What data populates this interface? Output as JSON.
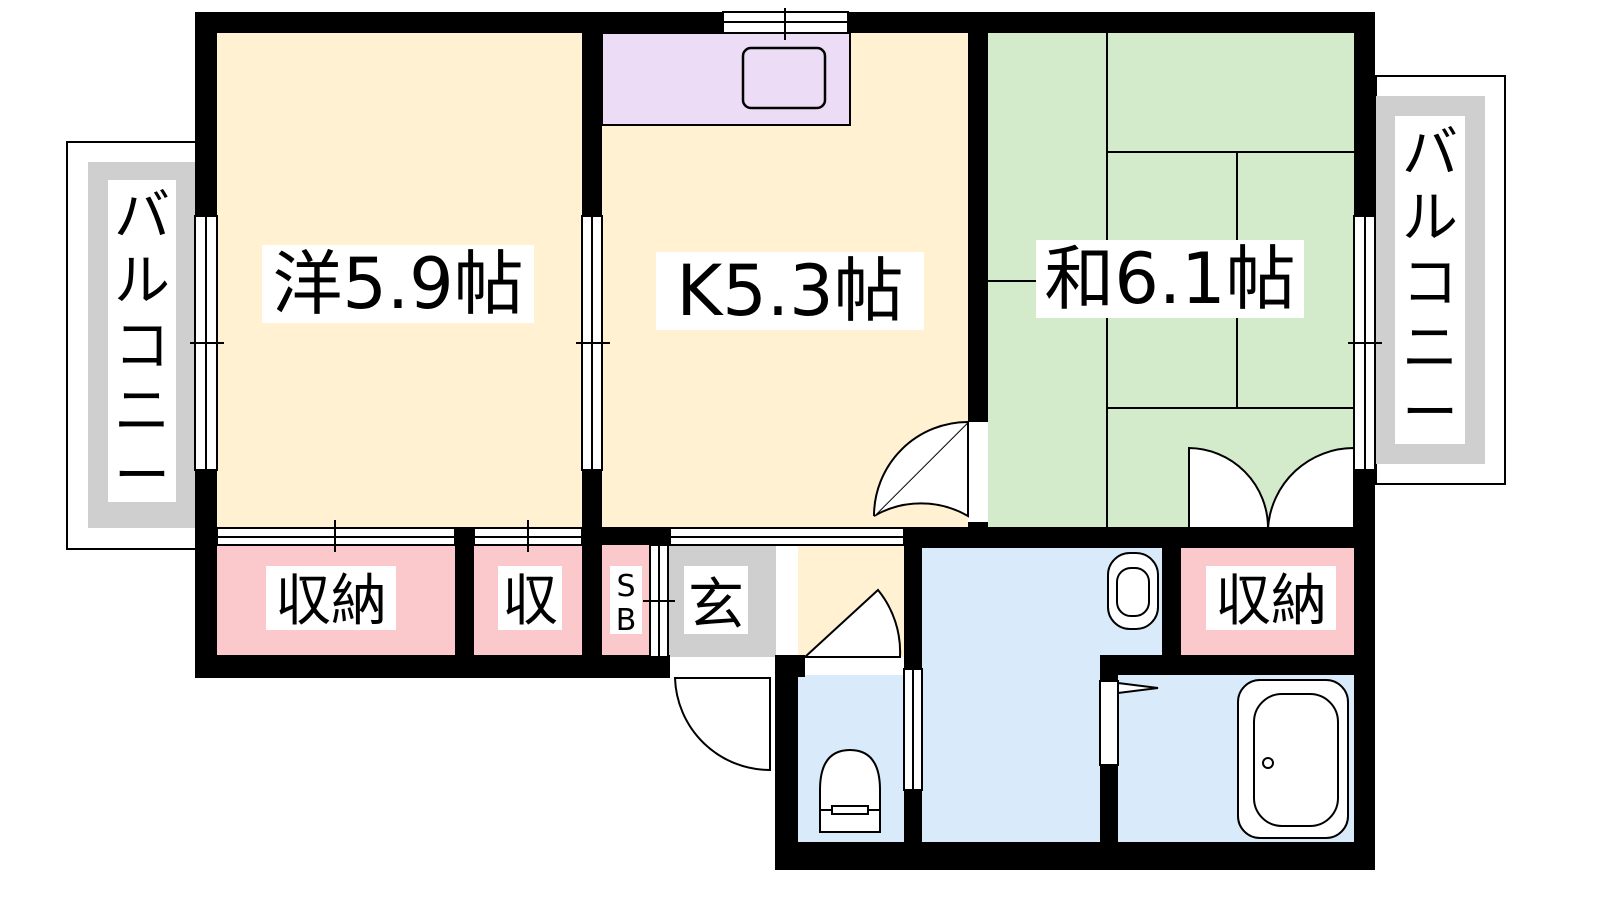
{
  "rooms": {
    "western": "洋5.9帖",
    "kitchen": "K5.3帖",
    "japanese": "和6.1帖",
    "storage_left": "収納",
    "storage_small": "収",
    "shoe_box_top": "S",
    "shoe_box_bottom": "B",
    "entrance": "玄",
    "storage_right": "収納",
    "balcony_left": [
      "バ",
      "ル",
      "コ",
      "ニ",
      "ー"
    ],
    "balcony_right": [
      "バ",
      "ル",
      "コ",
      "ニ",
      "ー"
    ]
  },
  "colors": {
    "western": "#fff1d2",
    "kitchen": "#fff1d2",
    "kitchen_counter": "#ecdcf5",
    "japanese": "#d3ebcb",
    "storage": "#fbc8cc",
    "wet_area": "#d9ebfb",
    "balcony": "#cfcfcf",
    "wall": "#000000"
  }
}
